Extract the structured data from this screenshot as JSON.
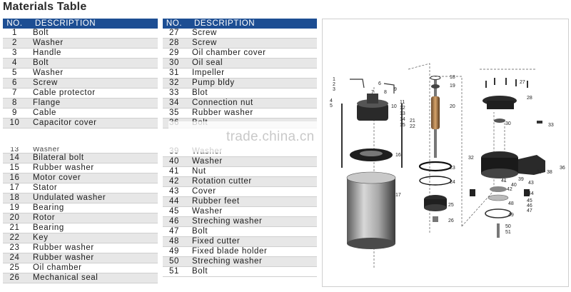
{
  "title": "Materials Table",
  "table": {
    "header_no": "NO.",
    "header_desc": "DESCRIPTION"
  },
  "left_rows": [
    {
      "no": "1",
      "desc": "Bolt"
    },
    {
      "no": "2",
      "desc": "Washer"
    },
    {
      "no": "3",
      "desc": "Handle"
    },
    {
      "no": "4",
      "desc": "Bolt"
    },
    {
      "no": "5",
      "desc": "Washer"
    },
    {
      "no": "6",
      "desc": "Screw"
    },
    {
      "no": "7",
      "desc": "Cable protector"
    },
    {
      "no": "8",
      "desc": "Flange"
    },
    {
      "no": "9",
      "desc": "Cable"
    },
    {
      "no": "10",
      "desc": "Capacitor cover"
    },
    {
      "no": "13",
      "desc": "Washer"
    },
    {
      "no": "14",
      "desc": "Bilateral bolt"
    },
    {
      "no": "15",
      "desc": "Rubber washer"
    },
    {
      "no": "16",
      "desc": "Motor cover"
    },
    {
      "no": "17",
      "desc": "Stator"
    },
    {
      "no": "18",
      "desc": "Undulated washer"
    },
    {
      "no": "19",
      "desc": "Bearing"
    },
    {
      "no": "20",
      "desc": "Rotor"
    },
    {
      "no": "21",
      "desc": "Bearing"
    },
    {
      "no": "22",
      "desc": "Key"
    },
    {
      "no": "23",
      "desc": "Rubber washer"
    },
    {
      "no": "24",
      "desc": "Rubber washer"
    },
    {
      "no": "25",
      "desc": "Oil chamber"
    },
    {
      "no": "26",
      "desc": "Mechanical seal"
    }
  ],
  "right_rows": [
    {
      "no": "27",
      "desc": "Screw"
    },
    {
      "no": "28",
      "desc": "Screw"
    },
    {
      "no": "29",
      "desc": "Oil chamber cover"
    },
    {
      "no": "30",
      "desc": "Oil seal"
    },
    {
      "no": "31",
      "desc": "Impeller"
    },
    {
      "no": "32",
      "desc": "Pump bldy"
    },
    {
      "no": "33",
      "desc": "Blot"
    },
    {
      "no": "34",
      "desc": "Connection nut"
    },
    {
      "no": "35",
      "desc": "Rubber washer"
    },
    {
      "no": "36",
      "desc": "Bolt"
    },
    {
      "no": "39",
      "desc": "Washer"
    },
    {
      "no": "40",
      "desc": "Washer"
    },
    {
      "no": "41",
      "desc": "Nut"
    },
    {
      "no": "42",
      "desc": "Rotation cutter"
    },
    {
      "no": "43",
      "desc": "Cover"
    },
    {
      "no": "44",
      "desc": "Rubber feet"
    },
    {
      "no": "45",
      "desc": "Washer"
    },
    {
      "no": "46",
      "desc": "Streching washer"
    },
    {
      "no": "47",
      "desc": "Bolt"
    },
    {
      "no": "48",
      "desc": "Fixed cutter"
    },
    {
      "no": "49",
      "desc": "Fixed blade holder"
    },
    {
      "no": "50",
      "desc": "Streching washer"
    },
    {
      "no": "51",
      "desc": "Bolt"
    }
  ],
  "watermark": "trade.china.cn",
  "diagram": {
    "callouts": [
      "1",
      "2",
      "3",
      "4",
      "5",
      "6",
      "7",
      "8",
      "9",
      "10",
      "11",
      "12",
      "13",
      "14",
      "15",
      "16",
      "17",
      "18",
      "19",
      "20",
      "21",
      "22",
      "23",
      "24",
      "25",
      "26",
      "27",
      "28",
      "30",
      "32",
      "33",
      "36",
      "37",
      "38",
      "39",
      "40",
      "41",
      "42",
      "43",
      "44",
      "45",
      "46",
      "47",
      "48",
      "49",
      "50",
      "51"
    ]
  },
  "colors": {
    "header_bg": "#1d4e93",
    "row_alt": "#e7e7e7"
  }
}
